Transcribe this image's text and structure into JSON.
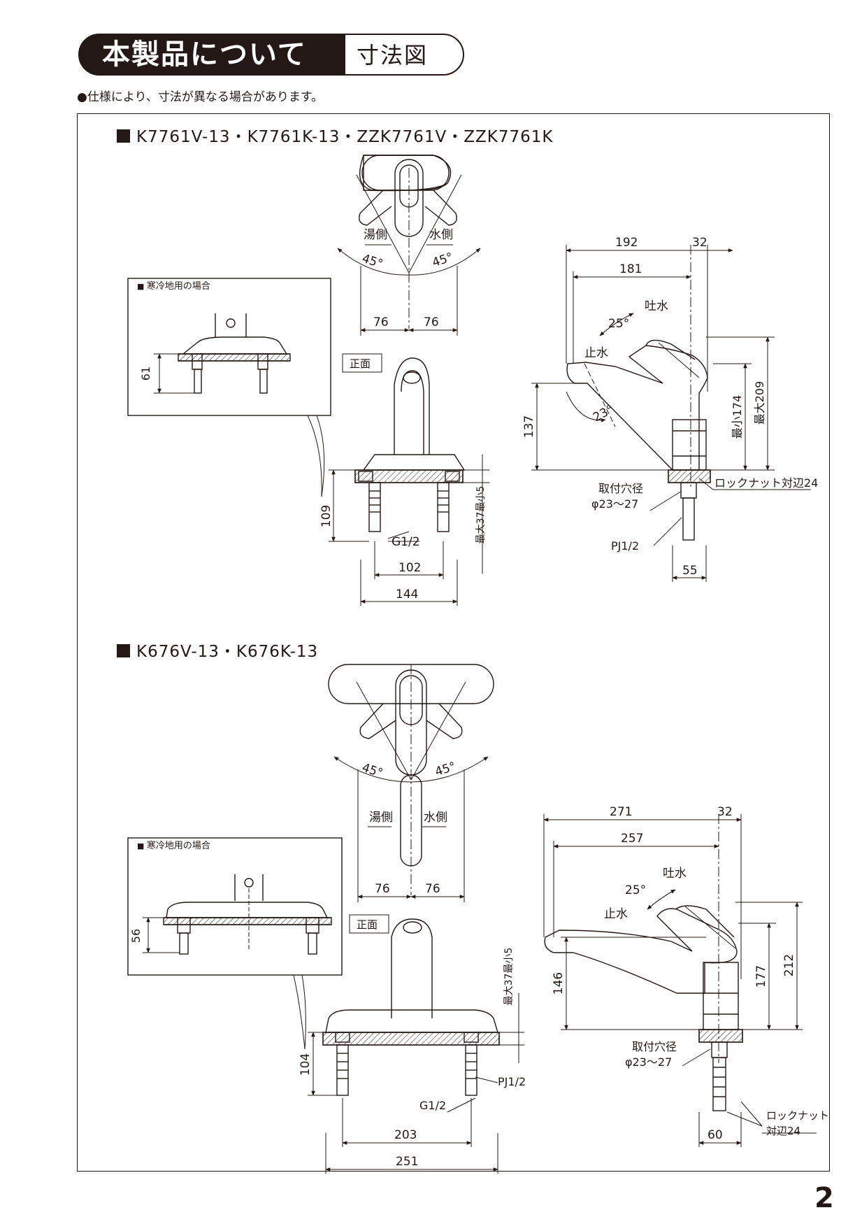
{
  "header": {
    "title": "本製品について",
    "subtitle": "寸法図"
  },
  "note": "●仕様により、寸法が異なる場合があります。",
  "section1": {
    "model": "K7761V-13・K7761K-13・ZZK7761V・ZZK7761K",
    "inset_title": "寒冷地用の場合",
    "inset_dim": "61",
    "front_label": "正面",
    "top_view": {
      "hot": "湯側",
      "cold": "水側",
      "angle_left": "45°",
      "angle_right": "45°",
      "dim_left": "76",
      "dim_right": "76"
    },
    "front_view": {
      "dim_height": "109",
      "dim_inner": "102",
      "dim_outer": "144",
      "thread": "G1/2",
      "shank": "最大37最小5"
    },
    "side_view": {
      "dim_top": "192",
      "dim_top_right": "32",
      "dim_second": "181",
      "spout_out": "吐水",
      "spout_stop": "止水",
      "angle_up": "25°",
      "angle_down": "23°",
      "dim_spout": "137",
      "dim_min": "最小174",
      "dim_max": "最大209",
      "hole_label": "取付穴径",
      "hole_size": "φ23～27",
      "locknut": "ロックナット対辺24",
      "pipe": "PJ1/2",
      "dim_base": "55"
    }
  },
  "section2": {
    "model": "K676V-13・K676K-13",
    "inset_title": "寒冷地用の場合",
    "inset_dim": "56",
    "front_label": "正面",
    "top_view": {
      "hot": "湯側",
      "cold": "水側",
      "angle_left": "45°",
      "angle_right": "45°",
      "dim_left": "76",
      "dim_right": "76"
    },
    "front_view": {
      "dim_height": "104",
      "dim_inner": "203",
      "dim_outer": "251",
      "thread": "G1/2",
      "pipe": "PJ1/2",
      "shank": "最大37最小5"
    },
    "side_view": {
      "dim_top": "271",
      "dim_top_right": "32",
      "dim_second": "257",
      "spout_out": "吐水",
      "spout_stop": "止水",
      "angle_up": "25°",
      "dim_spout": "146",
      "dim_mid": "177",
      "dim_max": "212",
      "hole_label": "取付穴径",
      "hole_size": "φ23～27",
      "locknut_1": "ロックナット",
      "locknut_2": "対辺24",
      "dim_base": "60"
    }
  },
  "page_number": "2"
}
